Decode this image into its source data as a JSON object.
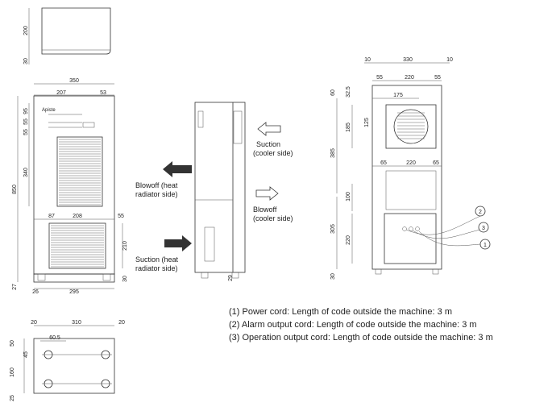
{
  "diagram": {
    "top_view_dims": [
      "200",
      "30"
    ],
    "front_view_dims": {
      "width": "350",
      "upper_left": "207",
      "upper_right": "53",
      "height_total": "850",
      "side_small": [
        "95",
        "55",
        "55"
      ],
      "grille_height": "340",
      "lower_left": "87",
      "lower_mid": "208",
      "lower_right": "55",
      "lower_grille_height": "210",
      "bottom_offset": "30",
      "foot": "27",
      "base_left": "26",
      "base_width": "295"
    },
    "side_view_dims": {
      "foot": "29"
    },
    "rear_view_dims": {
      "top_left": "10",
      "top_width": "330",
      "top_right": "10",
      "fan_left": "55",
      "fan_width": "220",
      "fan_right": "55",
      "fan_inner": "175",
      "top_offset": "60",
      "fan_offset": "32.5",
      "fan_height": "185",
      "fan_small": "125",
      "upper_height": "385",
      "mid_left": "65",
      "mid_width": "220",
      "mid_right": "65",
      "mid_height": "100",
      "lower_height": "305",
      "lower_box": "220",
      "bottom": "30"
    },
    "base_view_dims": {
      "left": "20",
      "width": "310",
      "right": "20",
      "hole_offset": "60.5",
      "top": "50",
      "bolt": "45",
      "height": "160",
      "bottom": "25"
    },
    "flow_labels": {
      "suction_cooler": [
        "Suction",
        "(cooler side)"
      ],
      "blowoff_heat": [
        "Blowoff (heat",
        "radiator side)"
      ],
      "blowoff_cooler": [
        "Blowoff",
        "(cooler side)"
      ],
      "suction_heat": [
        "Suction (heat",
        "radiator side)"
      ]
    },
    "cord_callouts": [
      "2",
      "3",
      "1"
    ],
    "notes": [
      "(1) Power cord: Length of code outside the machine: 3 m",
      "(2) Alarm output cord: Length of code outside the machine: 3 m",
      "(3) Operation output cord: Length of code outside the machine: 3 m"
    ]
  }
}
